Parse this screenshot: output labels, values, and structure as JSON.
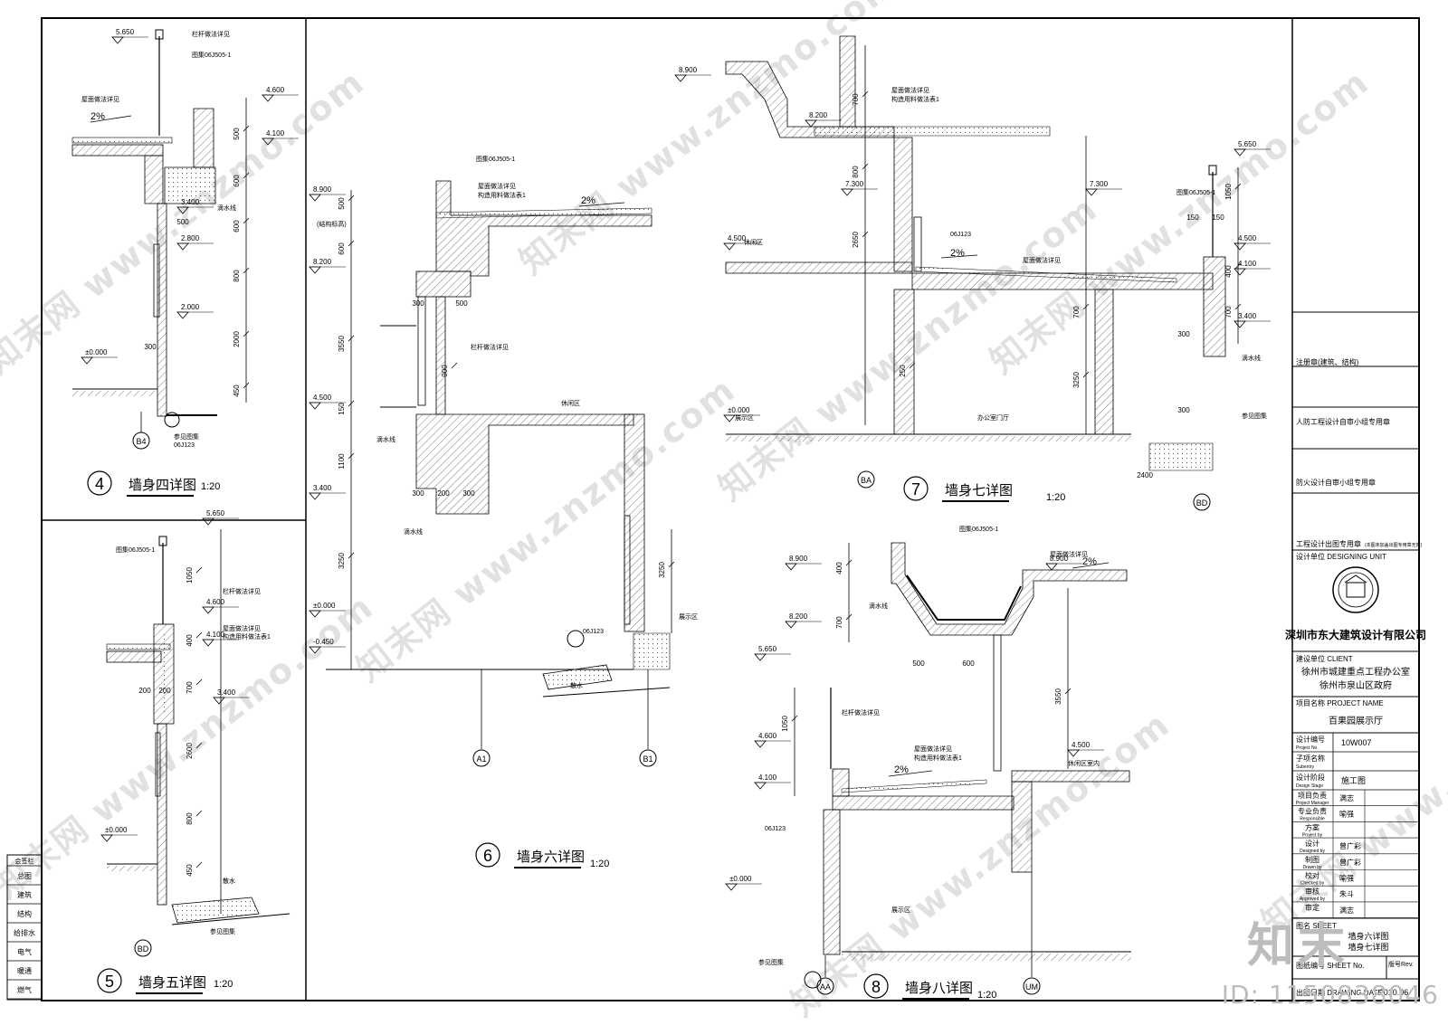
{
  "details": {
    "d4": {
      "num": "4",
      "title": "墙身四详图",
      "scale": "1:20"
    },
    "d5": {
      "num": "5",
      "title": "墙身五详图",
      "scale": "1:20"
    },
    "d6": {
      "num": "6",
      "title": "墙身六详图",
      "scale": "1:20"
    },
    "d7": {
      "num": "7",
      "title": "墙身七详图",
      "scale": "1:20"
    },
    "d8": {
      "num": "8",
      "title": "墙身八详图",
      "scale": "1:20"
    }
  },
  "elevations": {
    "d4": [
      "5.650",
      "4.600",
      "4.100",
      "3.400",
      "2.800",
      "2.000",
      "±0.000"
    ],
    "d5": [
      "5.650",
      "4.600",
      "4.100",
      "3.400",
      "±0.000"
    ],
    "d6": [
      "8.900",
      "8.200",
      "4.500",
      "3.400",
      "±0.000",
      "-0.450"
    ],
    "d7": [
      "8.900",
      "8.200",
      "7.300",
      "4.500",
      "±0.000",
      "5.650",
      "4.500",
      "4.100",
      "3.400",
      "7.300"
    ],
    "d8": [
      "8.900",
      "8.200",
      "5.650",
      "4.600",
      "4.100",
      "±0.000",
      "8.900",
      "4.500"
    ]
  },
  "dimensions": {
    "d4": [
      "500",
      "600",
      "600",
      "800",
      "2000",
      "450",
      "500",
      "300"
    ],
    "d5": [
      "1050",
      "400",
      "700",
      "2600",
      "800",
      "450",
      "200",
      "200"
    ],
    "d6": [
      "500",
      "600",
      "3550",
      "150",
      "1100",
      "3250",
      "300",
      "500",
      "900",
      "300",
      "200",
      "300",
      "3250"
    ],
    "d7": [
      "700",
      "800",
      "2650",
      "250",
      "700",
      "3250",
      "1050",
      "700",
      "150",
      "150",
      "400",
      "300",
      "300",
      "2400"
    ],
    "d8": [
      "400",
      "700",
      "1050",
      "500",
      "600",
      "3550"
    ]
  },
  "notes": {
    "parapet_ref": "栏杆做法详见",
    "atlas": "图集06J505-1",
    "atlas_b": "06J123",
    "slope": "2%",
    "roof_note": "屋面做法详见",
    "roof_note2": "构造用料做法表1",
    "drip": "滴水线",
    "scatter": "散水",
    "rest_area": "休闲区",
    "rest_area_room": "休闲区室内",
    "exhibit": "展示区",
    "lobby": "办公室门厅",
    "ref_label": "参见图集",
    "floor_structure": "(结构标高)"
  },
  "axes": {
    "d4": "B4",
    "d5": "BD",
    "d6a": "A1",
    "d6b": "B1",
    "d7a": "BA",
    "d7b": "BD",
    "d8a": "AA",
    "d8b": "UM"
  },
  "left_table": {
    "title": "会签栏",
    "rows": [
      "总图",
      "建筑",
      "结构",
      "给排水",
      "电气",
      "暖通",
      "燃气"
    ]
  },
  "title_block": {
    "stamp1": "注册章(建筑、结构)",
    "stamp2": "人防工程设计自审小组专用章",
    "stamp3": "防火设计自审小组专用章",
    "stamp4": "工程设计出图专用章",
    "stamp4_note": "(本图未加盖出图专用章无效)",
    "design_unit_label": "设计单位 DESIGNING UNIT",
    "company": "深圳市东大建筑设计有限公司",
    "client_label": "建设单位 CLIENT",
    "client1": "徐州市城建重点工程办公室",
    "client2": "徐州市泉山区政府",
    "project_label": "项目名称 PROJECT NAME",
    "project": "百果园展示厅",
    "rows": [
      {
        "label": "设计编号",
        "sub": "Project No.",
        "value": "10W007"
      },
      {
        "label": "子项名称",
        "sub": "Subentry",
        "value": ""
      },
      {
        "label": "设计阶段",
        "sub": "Design Stage",
        "value": "施工图"
      }
    ],
    "people": [
      {
        "label": "项目负责",
        "sub": "Project Manager",
        "value": "满志"
      },
      {
        "label": "专业负责",
        "sub": "Responsible",
        "value": "喻强"
      },
      {
        "label": "方案",
        "sub": "Project by",
        "value": ""
      },
      {
        "label": "设计",
        "sub": "Designed by",
        "value": "曾广彩"
      },
      {
        "label": "制图",
        "sub": "Drawn by",
        "value": "曾广彩"
      },
      {
        "label": "校对",
        "sub": "Checked by",
        "value": "喻强"
      },
      {
        "label": "审核",
        "sub": "Approved by",
        "value": "朱斗"
      },
      {
        "label": "审定",
        "sub": "",
        "value": "满志"
      }
    ],
    "sheet_label": "图名 SHEET",
    "sheet1": "墙身六详图",
    "sheet2": "墙身七详图",
    "sheet_no_label": "图纸编号 SHEET No.",
    "rev_label": "版号Rev.",
    "date_label": "出图日期 DRAWING DATE",
    "date": "2010.06"
  },
  "watermark": "知末网 www.znzmo.com",
  "brand": "知末",
  "id_tag": "ID: 1150838046"
}
